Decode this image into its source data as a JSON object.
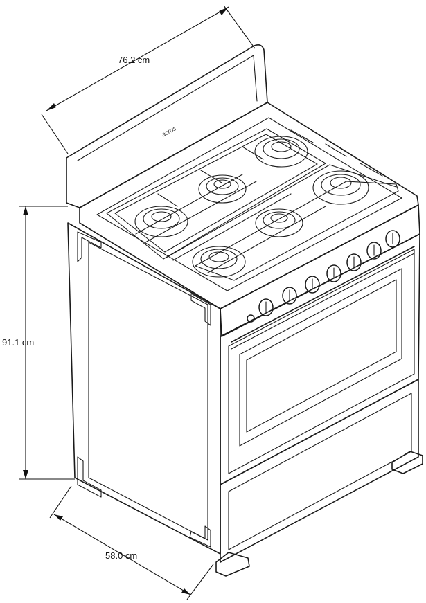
{
  "dimensions": {
    "width": "76.2 cm",
    "height": "91.1 cm",
    "depth": "58.0 cm"
  },
  "brand_logo_text": "acros",
  "colors": {
    "line": "#1a1a1a",
    "background": "#ffffff"
  },
  "counts": {
    "burners": 6,
    "knobs": 7
  }
}
